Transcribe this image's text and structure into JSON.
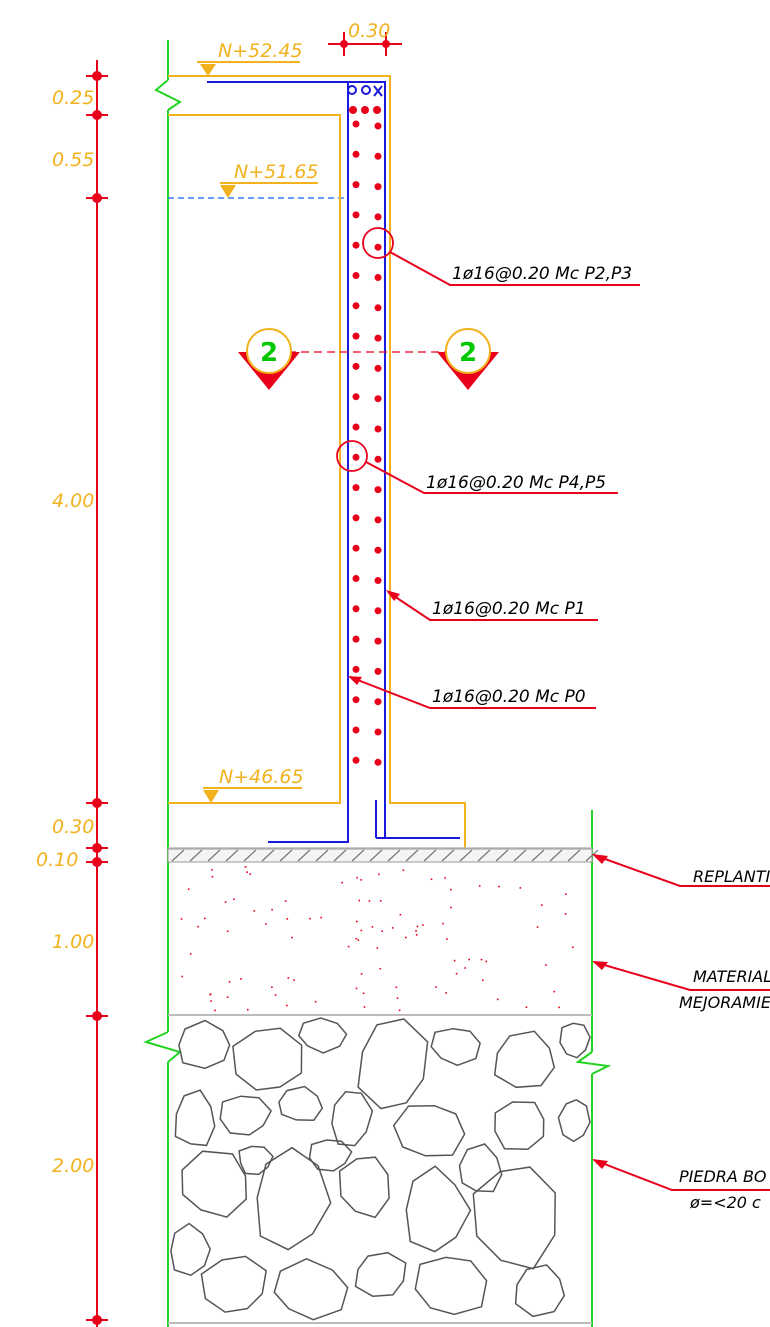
{
  "dimensions": {
    "wall_thickness": "0.30",
    "vertical": [
      "0.25",
      "0.55",
      "4.00",
      "0.30",
      "0.10",
      "1.00",
      "2.00"
    ]
  },
  "levels": [
    "N+52.45",
    "N+51.65",
    "N+46.65"
  ],
  "section_marks": [
    "2",
    "2"
  ],
  "rebar_labels": [
    "1ø16@0.20  Mc  P2,P3",
    "1ø16@0.20  Mc  P4,P5",
    "1ø16@0.20  Mc  P1",
    "1ø16@0.20  Mc  P0"
  ],
  "layer_labels": {
    "replantillo": "REPLANTI",
    "material": "MATERIAL",
    "mejoramiento": "MEJORAMIE",
    "piedra": "PIEDRA  BO",
    "piedra_size": "ø=<20  c"
  },
  "colors": {
    "dimension_line": "#e8001b",
    "dimension_text": "#f2b21e",
    "concrete_outline": "#f2b21e",
    "rebar_outline": "#1a1adc",
    "rebar_dots": "#e8001b",
    "earth_outline": "#22d322",
    "water_line": "#3a7bff",
    "section_mark_text": "#00c800",
    "rock_outline": "#555555"
  }
}
